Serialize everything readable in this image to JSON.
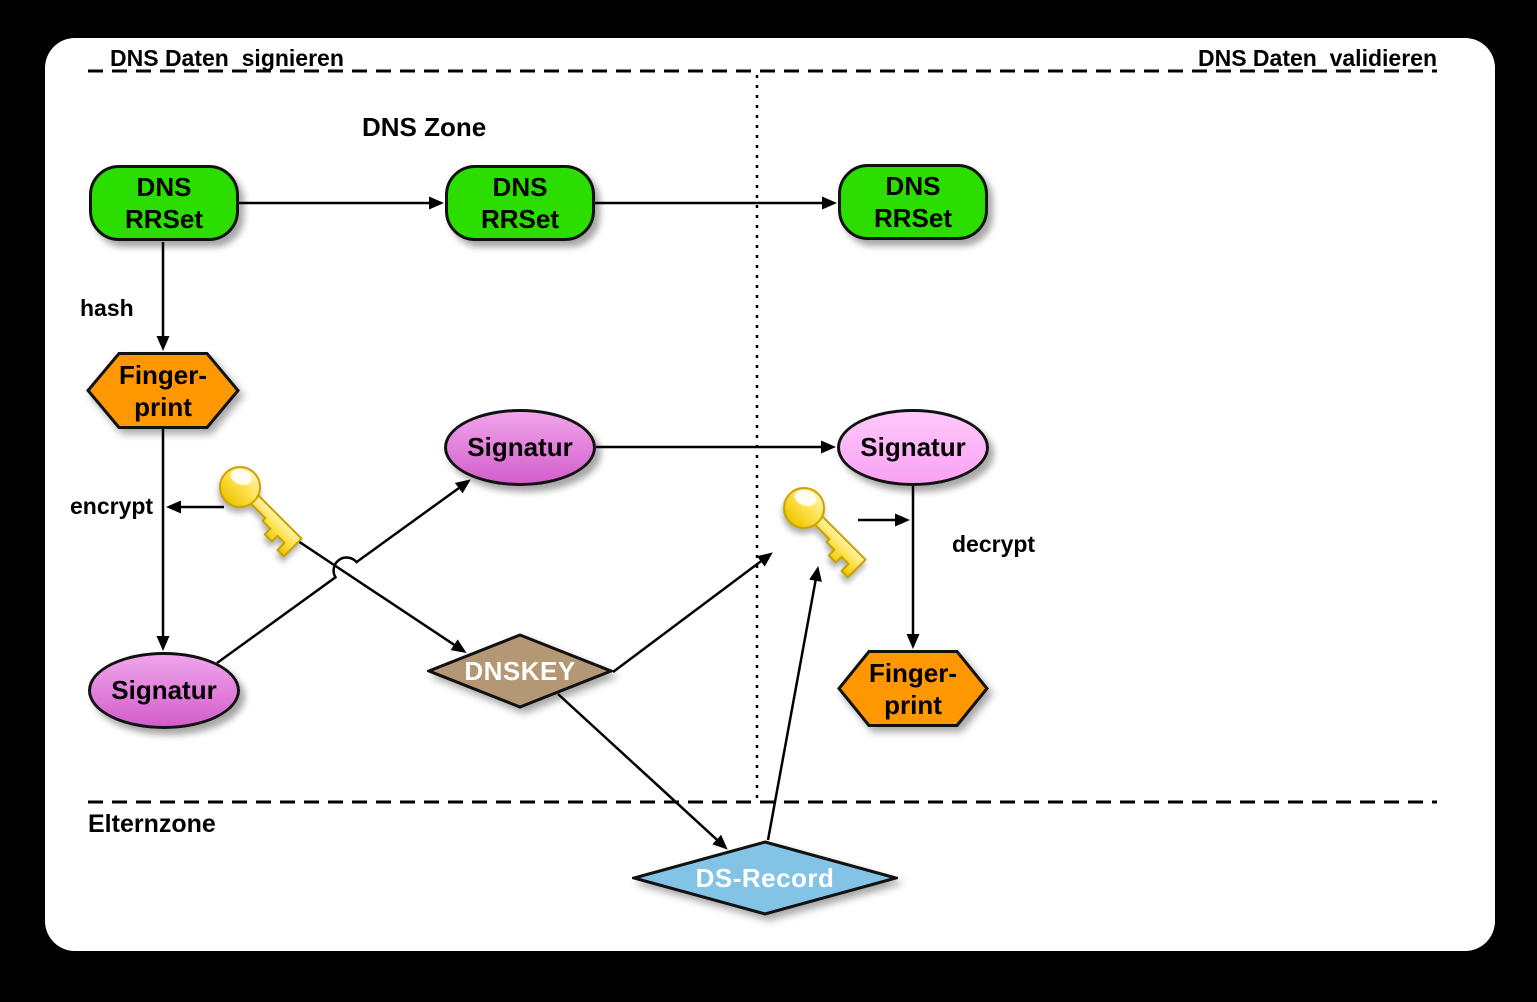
{
  "headers": {
    "sign": "DNS Daten  signieren",
    "validate": "DNS Daten  validieren"
  },
  "zones": {
    "dns_zone": "DNS Zone",
    "parent_zone": "Elternzone"
  },
  "nodes": {
    "rrset_sign": {
      "line1": "DNS",
      "line2": "RRSet"
    },
    "rrset_zone": {
      "line1": "DNS",
      "line2": "RRSet"
    },
    "rrset_validate": {
      "line1": "DNS",
      "line2": "RRSet"
    },
    "fingerprint_sign": {
      "line1": "Finger-",
      "line2": "print"
    },
    "fingerprint_validate": {
      "line1": "Finger-",
      "line2": "print"
    },
    "signatur_sign": {
      "label": "Signatur"
    },
    "signatur_zone": {
      "label": "Signatur"
    },
    "signatur_validate": {
      "label": "Signatur"
    },
    "dnskey": {
      "label": "DNSKEY"
    },
    "ds_record": {
      "label": "DS-Record"
    }
  },
  "edge_labels": {
    "hash": "hash",
    "encrypt": "encrypt",
    "decrypt": "decrypt"
  },
  "icons": {
    "key_sign": "key-icon",
    "key_validate": "key-icon"
  },
  "colors": {
    "rrset_green": "#2CDE00",
    "fingerprint_orange": "#FF9800",
    "signatur_orchid": "#D45ECB",
    "signatur_pink": "#F9A2F3",
    "dnskey_tan": "#B49875",
    "ds_record_blue": "#82C3E6",
    "zone_gray": "#BDBDBD",
    "key_gold": "#EDC500",
    "line_black": "#000000"
  }
}
